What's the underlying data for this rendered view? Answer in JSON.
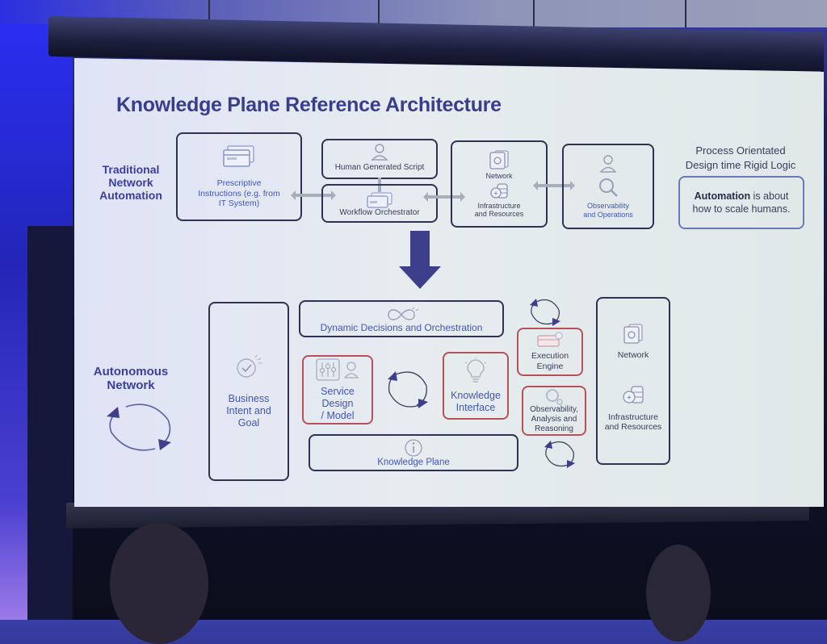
{
  "slide": {
    "title": "Knowledge Plane Reference Architecture",
    "colors": {
      "title": "#3a3d8c",
      "accent_blue": "#4456b0",
      "box_border": "#2f3352",
      "highlight_border": "#b8505a",
      "arrow": "#3d3f8a"
    }
  },
  "traditional": {
    "row_label": [
      "Traditional",
      "Network",
      "Automation"
    ],
    "prescriptive": {
      "icon": "window-stack-icon",
      "label": [
        "Prescriptive",
        "Instructions (e.g. from",
        "IT System)"
      ]
    },
    "human_script": {
      "icon": "user-icon",
      "label": "Human Generated Script"
    },
    "workflow": {
      "icon": "window-stack-icon",
      "label": "Workflow Orchestrator"
    },
    "network_infra": {
      "network_icon": "gear-document-icon",
      "network_label": "Network",
      "infra_icon": "database-plus-icon",
      "infra_label": [
        "Infrastructure",
        "and Resources"
      ]
    },
    "observability": {
      "icons": [
        "user-icon",
        "magnifier-icon"
      ],
      "label": [
        "Observability",
        "and Operations"
      ]
    },
    "side_text": [
      "Process Orientated",
      "Design time Rigid Logic"
    ],
    "note": {
      "bold": "Automation",
      "rest_line1": " is about",
      "line2": "how to scale humans."
    }
  },
  "transition_arrow": "down-arrow-icon",
  "autonomous": {
    "row_label": [
      "Autonomous",
      "Network"
    ],
    "cycle_icon": "cycle-arrows-icon",
    "business": {
      "icon": "target-check-icon",
      "label": [
        "Business",
        "Intent and",
        "Goal"
      ]
    },
    "dynamic": {
      "icon": "infinity-icon",
      "label": "Dynamic Decisions and Orchestration"
    },
    "service_design": {
      "icons": [
        "sliders-icon",
        "user-icon"
      ],
      "label": [
        "Service Design",
        "/ Model"
      ]
    },
    "knowledge_interface": {
      "icon": "lightbulb-icon",
      "label": [
        "Knowledge",
        "Interface"
      ]
    },
    "execution_engine": {
      "icon": "window-check-icon",
      "label": [
        "Execution",
        "Engine"
      ]
    },
    "observability": {
      "icon": "magnifier-icon",
      "label": [
        "Observability,",
        "Analysis and",
        "Reasoning"
      ]
    },
    "knowledge_plane": {
      "icon": "info-icon",
      "label": "Knowledge Plane"
    },
    "resources": {
      "network_icon": "gear-document-icon",
      "network_label": "Network",
      "infra_icon": "database-plus-icon",
      "infra_label": [
        "Infrastructure",
        "and Resources"
      ]
    }
  }
}
